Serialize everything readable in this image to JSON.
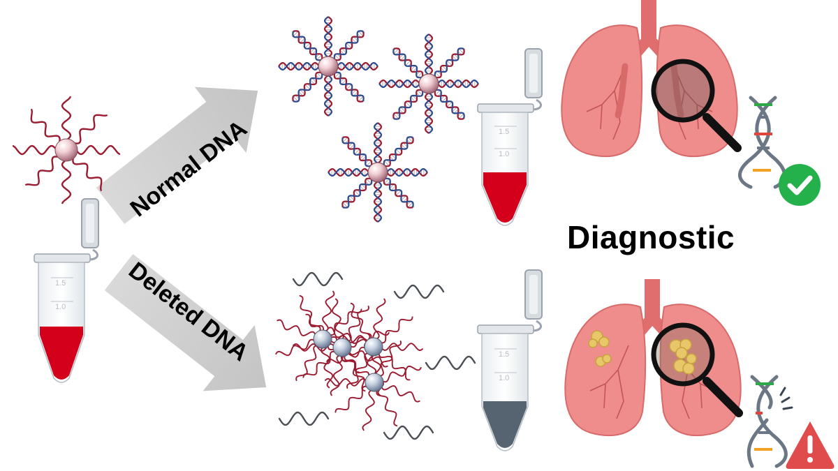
{
  "figure": {
    "label_normal": "Normal DNA",
    "label_deleted": "Deleted DNA",
    "label_diagnostic": "Diagnostic",
    "tube_mark_upper": "1.5",
    "tube_mark_lower": "1.0"
  },
  "icons": {
    "check": "check-circle-icon",
    "warning": "warning-triangle-icon",
    "magnifier": "magnifier-icon",
    "dna": "dna-helix-icon",
    "lungs": "lungs-icon",
    "tube": "microcentrifuge-tube-icon",
    "nanoparticle": "gold-nanoparticle-icon"
  },
  "colors": {
    "red_sample": "#d4001b",
    "dark_sample": "#566472",
    "strand_red": "#9b1b30",
    "strand_blue": "#2d4a8c",
    "arrow_gray": "#c9c9c9",
    "lung": "#ef8d8d",
    "lung_dark": "#d86a6a",
    "check_green": "#24b14c",
    "warn_red": "#e04b4b"
  }
}
